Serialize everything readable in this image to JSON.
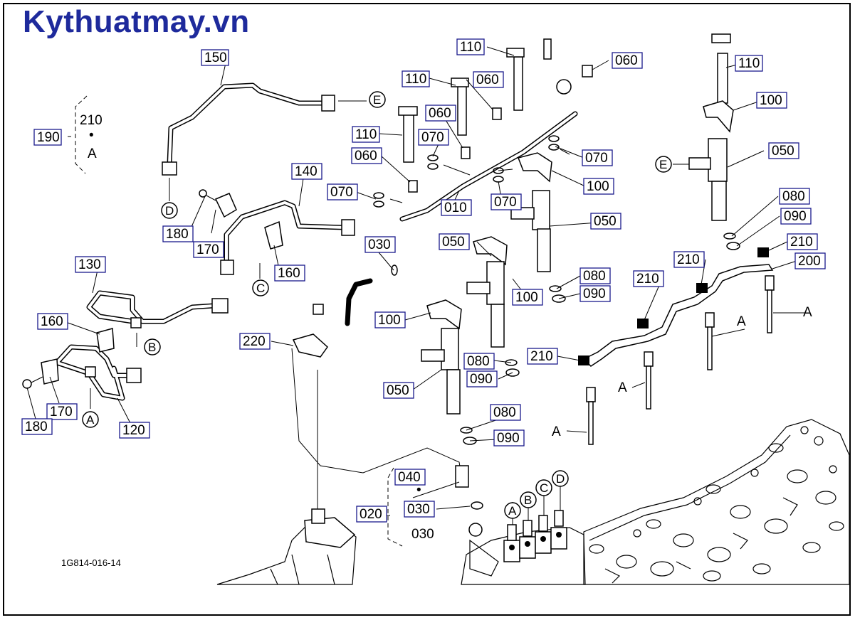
{
  "header": {
    "brand": "Kythuatmay.vn"
  },
  "footer": {
    "drawing_code": "1G814-016-14"
  },
  "labels": {
    "p010": "010",
    "p020": "020",
    "p030a": "030",
    "p040": "040",
    "p050a": "050",
    "p050b": "050",
    "p050c": "050",
    "p050d": "050",
    "p060a": "060",
    "p060b": "060",
    "p060c": "060",
    "p060d": "060",
    "p070a": "070",
    "p070b": "070",
    "p070c": "070",
    "p070d": "070",
    "p080a": "080",
    "p080b": "080",
    "p080c": "080",
    "p080d": "080",
    "p090a": "090",
    "p090b": "090",
    "p090c": "090",
    "p090d": "090",
    "p100a": "100",
    "p100b": "100",
    "p100c": "100",
    "p100d": "100",
    "p110a": "110",
    "p110b": "110",
    "p110c": "110",
    "p110d": "110",
    "p120": "120",
    "p130": "130",
    "p140": "140",
    "p150": "150",
    "p160a": "160",
    "p160b": "160",
    "p170a": "170",
    "p170b": "170",
    "p180a": "180",
    "p180b": "180",
    "p190": "190",
    "p200": "200",
    "p210a": "210",
    "p210b": "210",
    "p210c": "210",
    "p210d": "210",
    "p220": "220"
  },
  "free_text": {
    "group_190_qty": "210",
    "group_190_dot": "•",
    "group_190_ref": "A",
    "group_020_qty": "030",
    "group_020_dot": "•",
    "ref_a1": "A",
    "ref_a2": "A",
    "ref_a3": "A",
    "ref_a4": "A"
  },
  "callouts": {
    "e1": "E",
    "e2": "E",
    "d1": "D",
    "d2": "D",
    "c1": "C",
    "c2": "C",
    "b1": "B",
    "b2": "B",
    "a1": "A",
    "a2": "A"
  }
}
